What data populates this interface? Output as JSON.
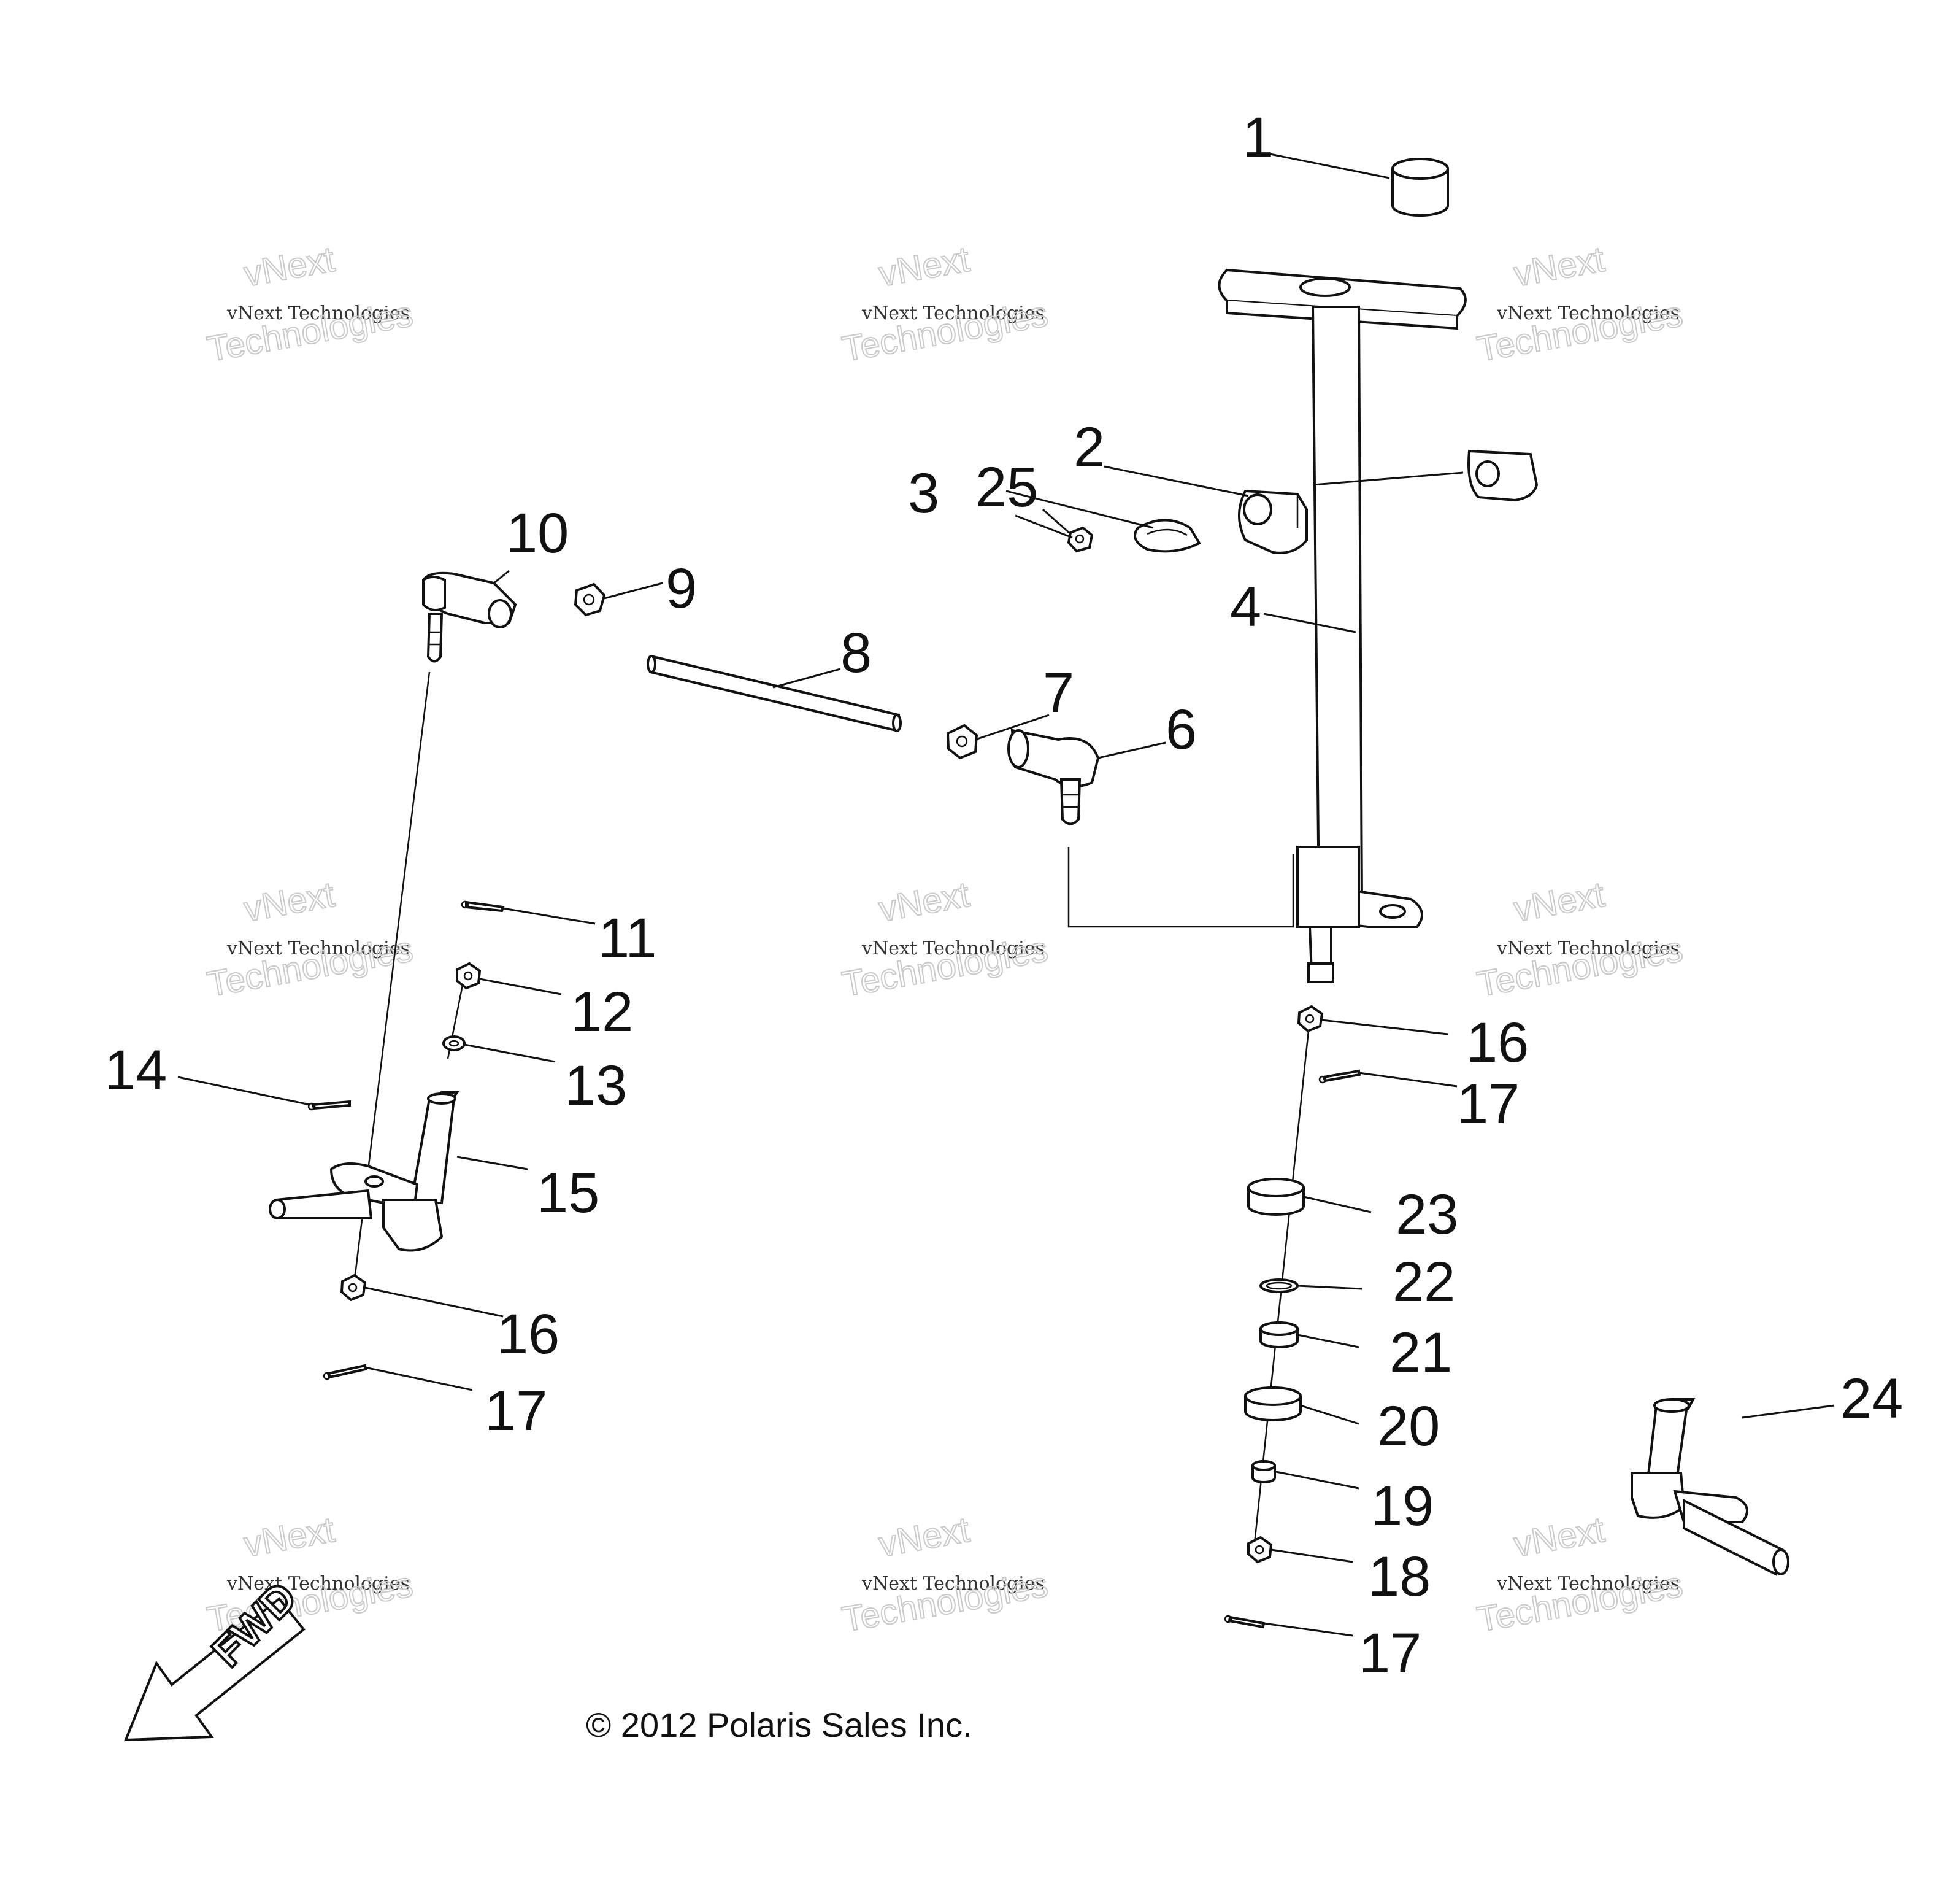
{
  "callouts": {
    "c1": "1",
    "c2": "2",
    "c3": "3",
    "c4": "4",
    "c6": "6",
    "c7": "7",
    "c8": "8",
    "c9": "9",
    "c10": "10",
    "c11": "11",
    "c12": "12",
    "c13": "13",
    "c14": "14",
    "c15": "15",
    "c16a": "16",
    "c16b": "16",
    "c17a": "17",
    "c17b": "17",
    "c17c": "17",
    "c18": "18",
    "c19": "19",
    "c20": "20",
    "c21": "21",
    "c22": "22",
    "c23": "23",
    "c24": "24",
    "c25": "25"
  },
  "watermark": {
    "line1": "vNext Technologies",
    "line2": "vNext",
    "line3": "Technologies"
  },
  "fwd_label": "FWD",
  "copyright": "© 2012 Polaris Sales Inc."
}
